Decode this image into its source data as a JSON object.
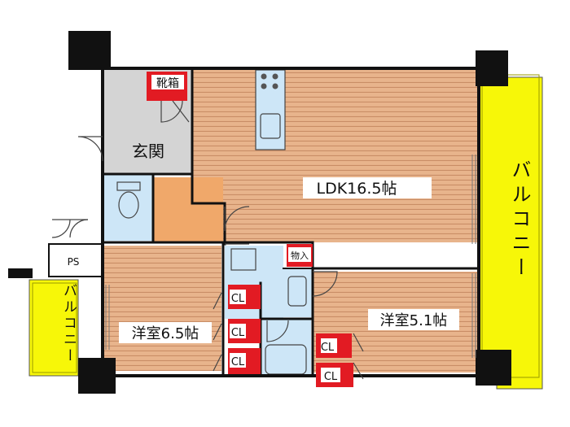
{
  "rooms": {
    "ldk": "LDK16.5帖",
    "western_1": "洋室6.5帖",
    "western_2": "洋室5.1帖",
    "entrance": "玄関",
    "shoe_box": "靴箱",
    "storage": "物入",
    "pipe_space": "PS"
  },
  "closets": [
    "CL",
    "CL",
    "CL",
    "CL",
    "CL"
  ],
  "balconies": {
    "east": "バルコニー",
    "west": "バルコニー"
  },
  "colors": {
    "wood_floor": "#e8b48c",
    "wood_line": "#c98d66",
    "balcony": "#f7f708",
    "wet_area": "#cde6f7",
    "tile": "#d4d4d4",
    "hall": "#f0a86a",
    "closet": "#e21b23",
    "structure": "#111111"
  }
}
